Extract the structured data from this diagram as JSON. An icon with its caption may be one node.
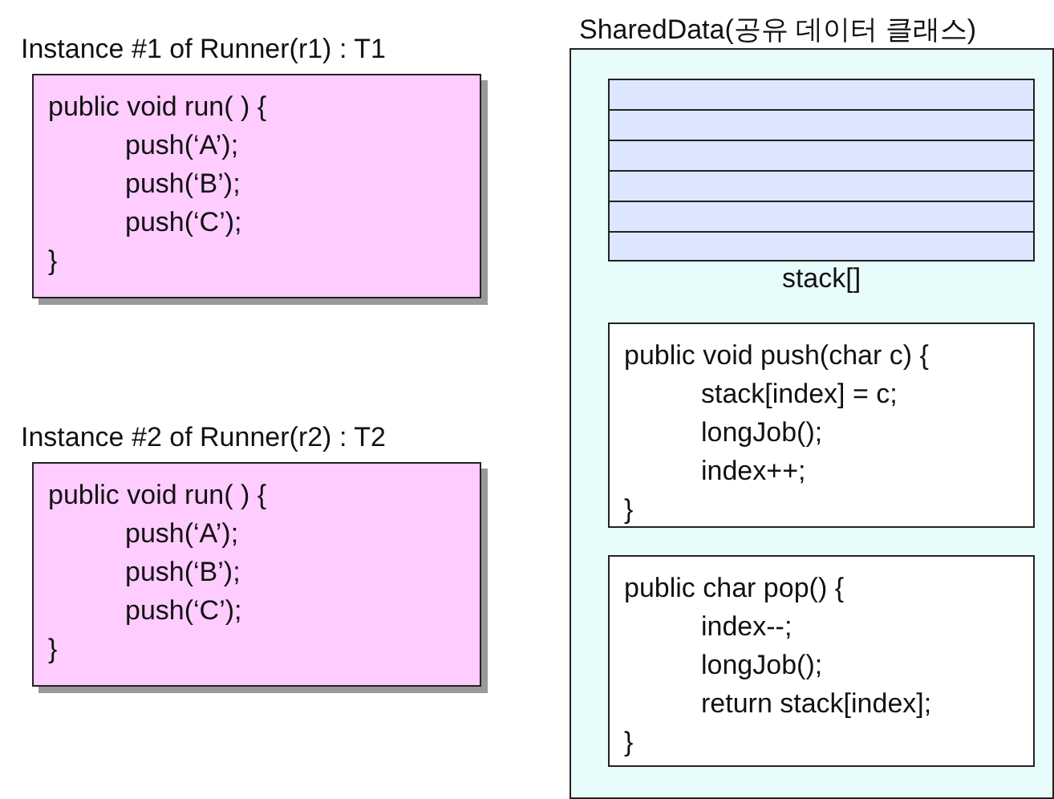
{
  "diagram": {
    "nodes": [
      {
        "text": [
          "Instance #1 of Runner(r1) : T1",
          "public void run( ) {",
          "push(‘A’);",
          "push(‘B’);",
          "push(‘C’);",
          "}"
        ]
      },
      {
        "text": [
          "Instance #2 of Runner(r2) : T2",
          "public void run( ) {",
          "push(‘A’);",
          "push(‘B’);",
          "push(‘C’);",
          "}"
        ]
      },
      {
        "text": [
          "SharedData(공유 데이터 클래스)"
        ]
      },
      {
        "text": [
          "stack[]"
        ],
        "in": 2
      },
      {
        "text": [
          "public void push(char c) {",
          "stack[index] = c;",
          "longJob();",
          "index++;",
          "}"
        ],
        "in": 2
      },
      {
        "text": [
          "public char pop() {",
          "index--;",
          "longJob();",
          "return stack[index];",
          "}"
        ],
        "in": 2
      }
    ]
  }
}
